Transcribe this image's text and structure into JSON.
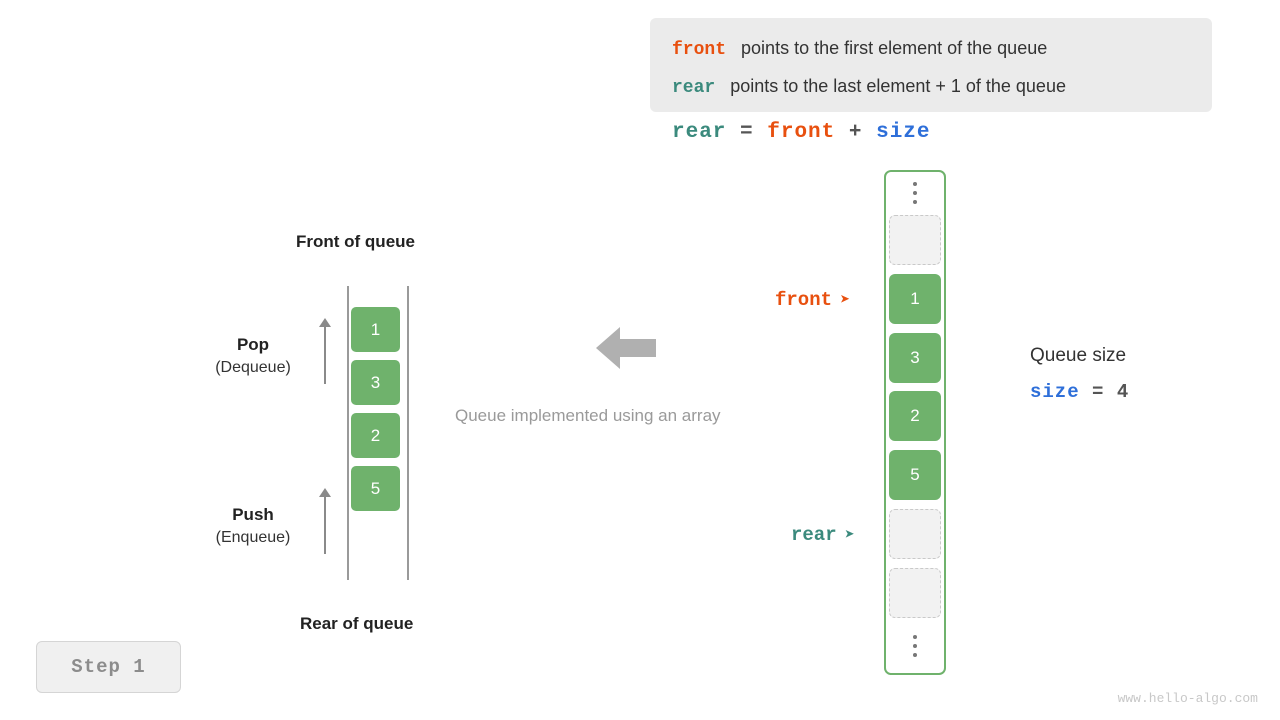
{
  "legend": {
    "line1": {
      "keyword": "front",
      "text": "points to the first element of the queue"
    },
    "line2": {
      "keyword": "rear",
      "text": "points to the last element + 1 of the queue"
    }
  },
  "formula": {
    "lhs": "rear",
    "eq": "=",
    "rhs1": "front",
    "plus": "+",
    "rhs2": "size"
  },
  "left_panel": {
    "front_label": "Front of queue",
    "rear_label": "Rear of queue",
    "pop": {
      "title": "Pop",
      "sub": "(Dequeue)"
    },
    "push": {
      "title": "Push",
      "sub": "(Enqueue)"
    },
    "cells": [
      "1",
      "3",
      "2",
      "5"
    ]
  },
  "center": {
    "caption": "Queue implemented using an array",
    "arrow": "left-arrow-icon"
  },
  "right_panel": {
    "array_cells": [
      {
        "type": "dots",
        "value": ""
      },
      {
        "type": "empty",
        "value": ""
      },
      {
        "type": "filled",
        "value": "1"
      },
      {
        "type": "filled",
        "value": "3"
      },
      {
        "type": "filled",
        "value": "2"
      },
      {
        "type": "filled",
        "value": "5"
      },
      {
        "type": "empty",
        "value": ""
      },
      {
        "type": "empty",
        "value": ""
      },
      {
        "type": "dots",
        "value": ""
      }
    ],
    "front_pointer": "front",
    "rear_pointer": "rear",
    "pointer_arrow": "➤",
    "queue_size_label": "Queue size",
    "size_keyword": "size",
    "size_eq": "=",
    "size_value": "4"
  },
  "step_badge": "Step 1",
  "watermark": "www.hello-algo.com",
  "colors": {
    "front": "#e8500f",
    "rear": "#3b8a7d",
    "size": "#2e6fd9",
    "cell_fill": "#6fb26c",
    "muted": "#9a9a9a"
  }
}
